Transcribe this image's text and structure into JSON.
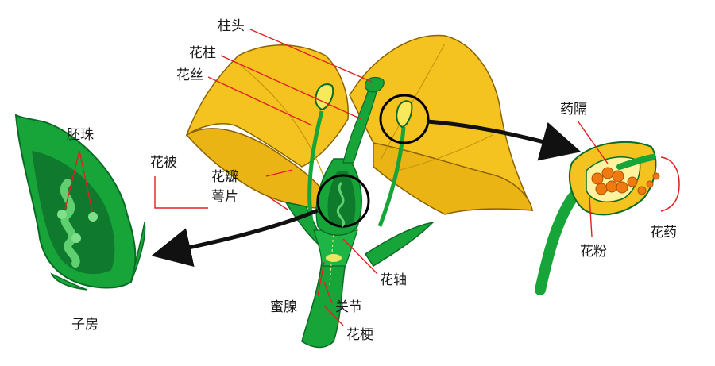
{
  "labels": {
    "stigma": "柱头",
    "style": "花柱",
    "filament": "花丝",
    "ovule": "胚珠",
    "perianth": "花被",
    "petal": "花瓣",
    "sepal": "萼片",
    "ovary": "子房",
    "connective": "药隔",
    "pollen": "花粉",
    "anther": "花药",
    "receptacle": "花轴",
    "nectary": "蜜腺",
    "node": "关节",
    "pedicel": "花梗"
  },
  "colors": {
    "petal": "#f5c320",
    "petal_dark": "#d99a10",
    "green": "#17a53a",
    "green_dark": "#0b6b24",
    "green_light": "#5fd06f",
    "pollen": "#f07a12",
    "leader": "#e02020",
    "arrow": "#111111"
  }
}
